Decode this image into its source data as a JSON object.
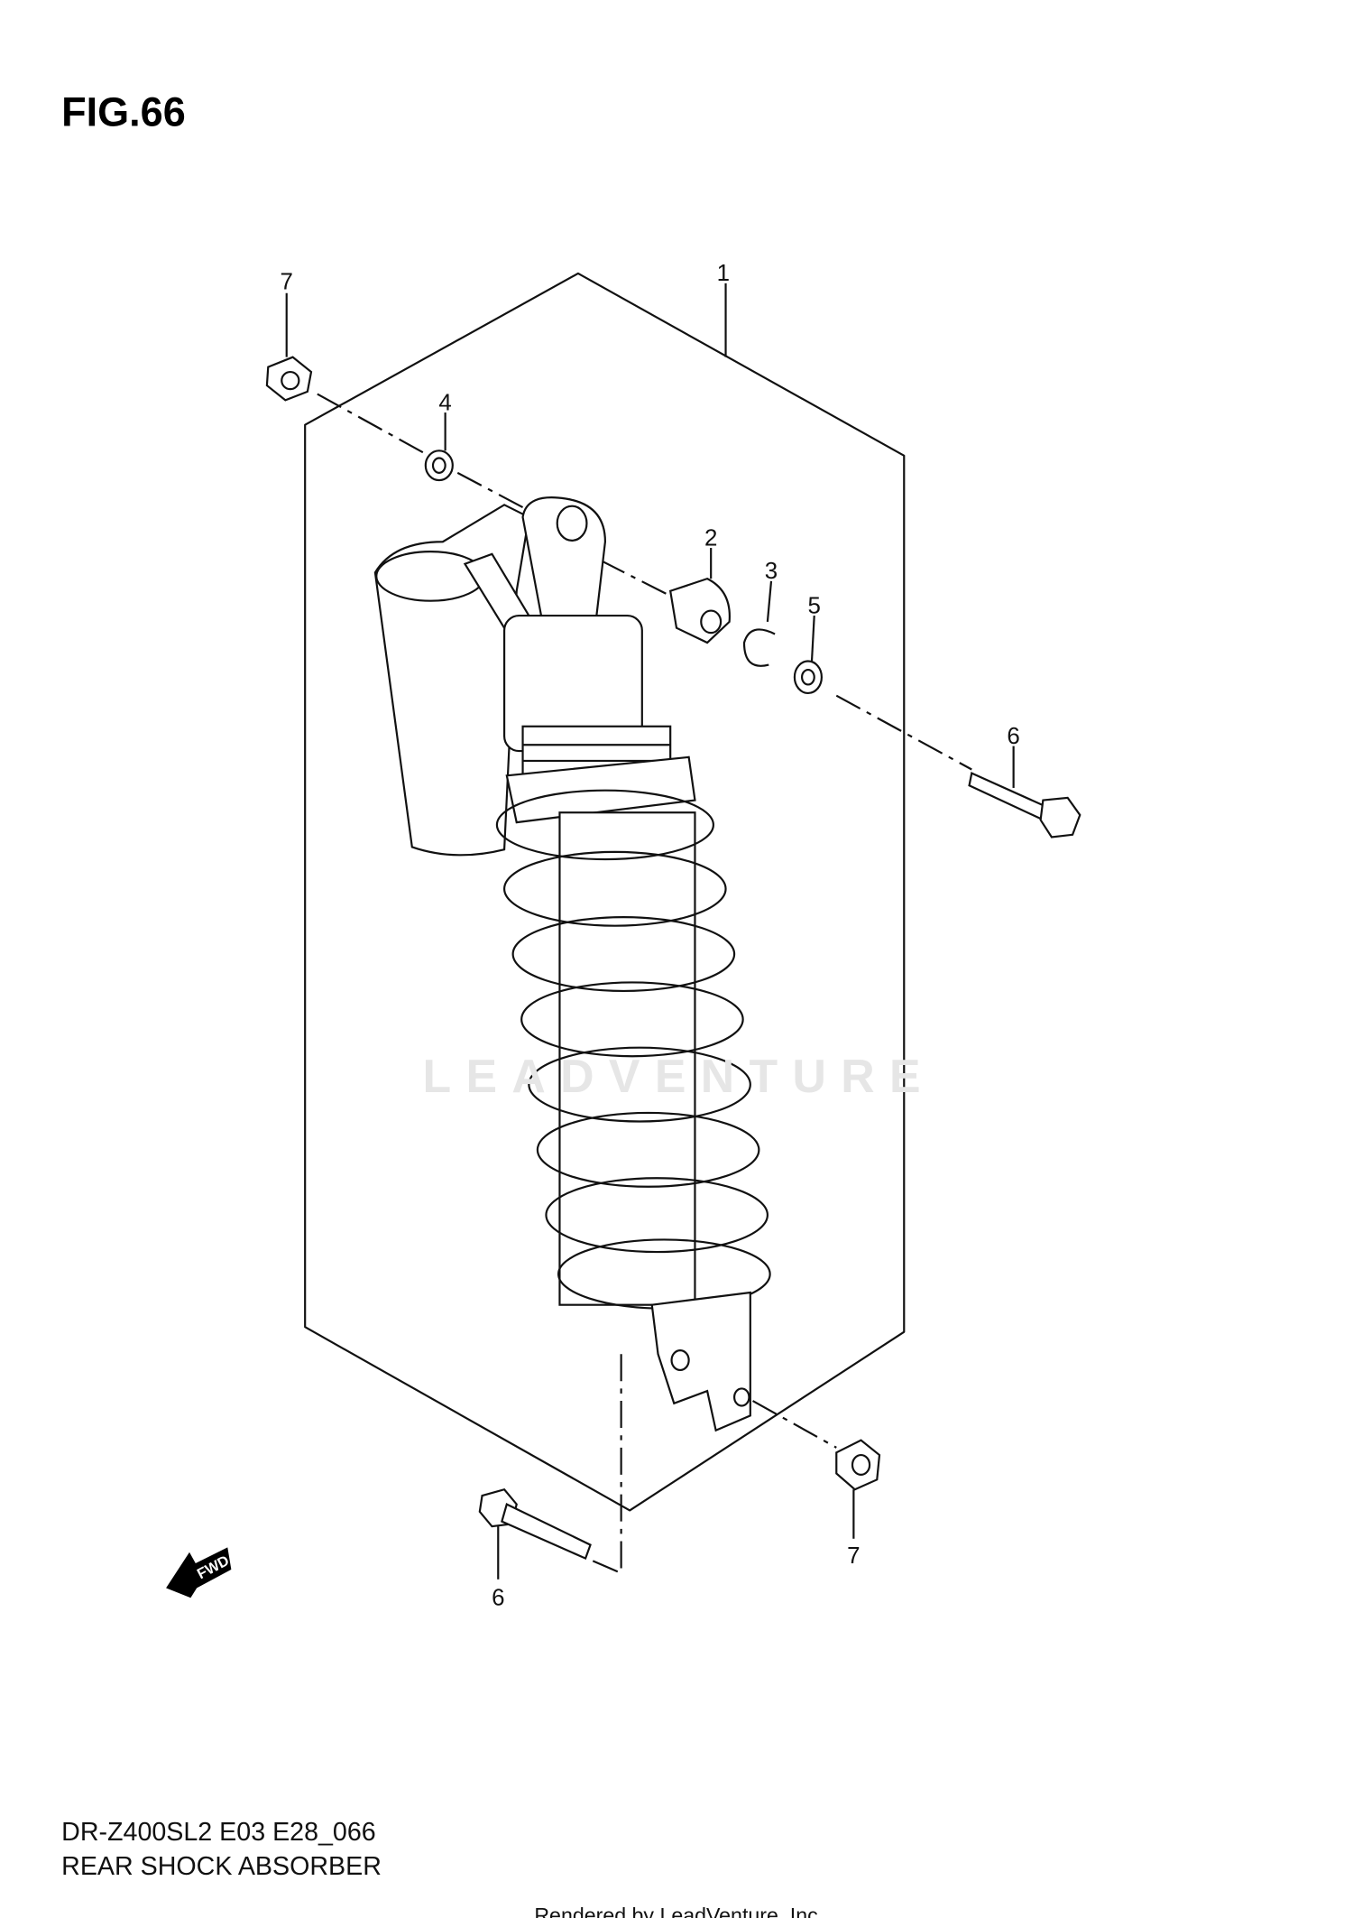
{
  "figure": {
    "title": "FIG.66"
  },
  "callouts": [
    "1",
    "2",
    "3",
    "4",
    "5",
    "6",
    "6",
    "7",
    "7"
  ],
  "fwd_label": "FWD",
  "watermark": "LEADVENTURE",
  "caption": {
    "model_code": "DR-Z400SL2 E03 E28_066",
    "name": "REAR SHOCK ABSORBER"
  },
  "credit": "Rendered by LeadVenture, Inc.",
  "colors": {
    "line": "#111111",
    "background": "#ffffff",
    "watermark": "#e6e6e6"
  }
}
